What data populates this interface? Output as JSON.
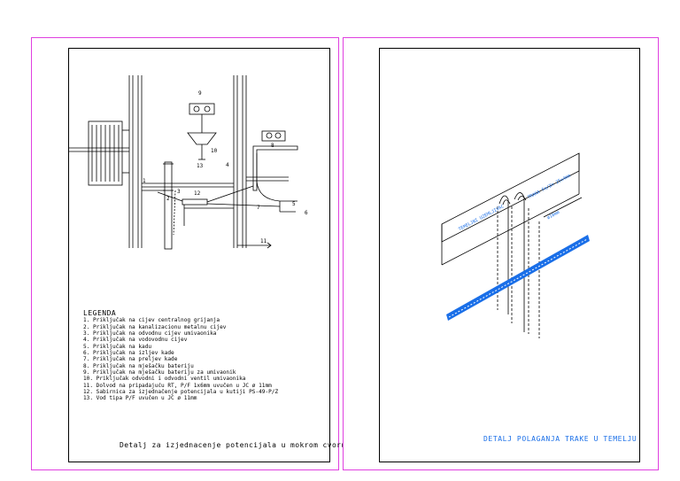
{
  "left_sheet": {
    "legend_title": "LEGENDA",
    "legend_items": [
      "1. Priključak na cijev centralnog grijanja",
      "2. Priključak na kanalizacionu metalnu cijev",
      "3. Priključak na odvodnu cijev umivaonika",
      "4. Priključak na vodovodnu cijev",
      "5. Priključak na kadu",
      "6. Priključak na izljev kade",
      "7. Priključak na preljev kade",
      "8. Priključak na mješačku bateriju",
      "9. Priključak na mješačku bateriju za umivaonik",
      "10. Priključak odvodni i odvodni ventil umivaonika",
      "11. Dolvod na pripadajuću RT, P/F 1x6mm uvučen u JC ø 11mm",
      "12. Sabirnica za izjednačenje potencijala u kutiji PS-49-P/Z",
      "13. Vod tipa P/F uvučen u JC ø 11mm"
    ],
    "caption": "Detalj za izjednacenje potencijala u mokrom cvoru",
    "callouts": [
      "9",
      "10",
      "8",
      "13",
      "12",
      "3",
      "4",
      "5",
      "6",
      "7",
      "2",
      "1",
      "11"
    ]
  },
  "right_sheet": {
    "label_temelj": "TEMELJNI UZEMLJIVAC",
    "label_traka": "TRAKA Fe/Zn 25x4mm",
    "label_dim": "ø10mm",
    "caption": "DETALJ POLAGANJA TRAKE U TEMELJU"
  },
  "colors": {
    "sheet_border": "#e040e0",
    "annotation_blue": "#1a6fe8",
    "line": "#000000"
  }
}
